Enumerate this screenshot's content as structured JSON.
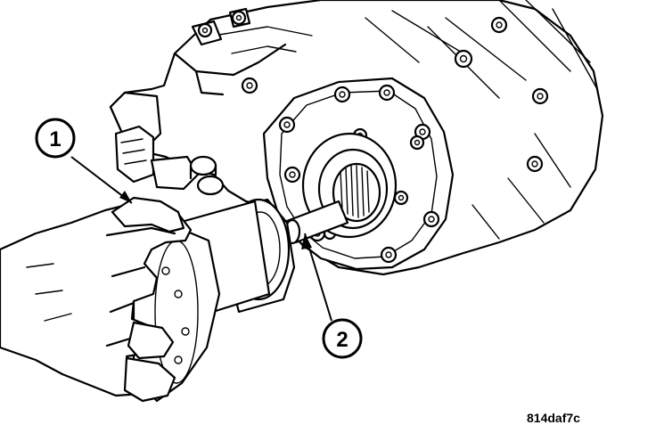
{
  "figure": {
    "id_label": "814daf7c"
  },
  "callouts": [
    {
      "number": "1"
    },
    {
      "number": "2"
    }
  ],
  "colors": {
    "line": "#000000",
    "background": "#ffffff"
  }
}
